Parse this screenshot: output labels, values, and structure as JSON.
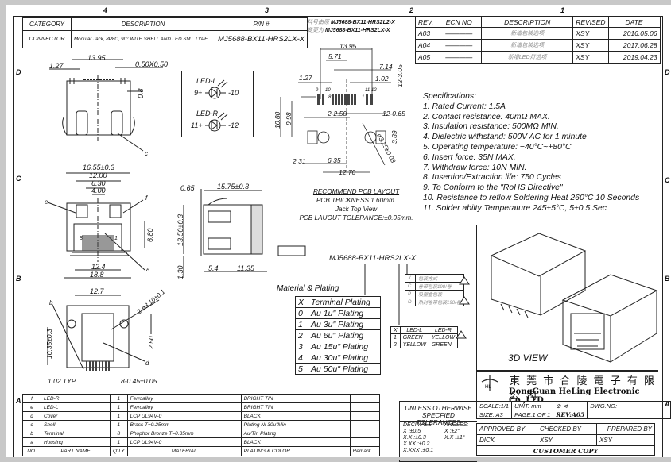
{
  "zones": {
    "top": [
      "4",
      "3",
      "2",
      "1"
    ],
    "side": [
      "D",
      "C",
      "B",
      "A"
    ]
  },
  "header": {
    "headers": [
      "CATEGORY",
      "DESCRIPTION",
      "P/N #"
    ],
    "category": "CONNECTOR",
    "description": "Modular Jack, 8P8C, 90° WITH SHELL AND LED SMT TYPE",
    "part_number": "MJ5688-BX11-HRS2LX-X"
  },
  "change_note": {
    "line1_label": "料号由原",
    "line1_value": "MJ5688-BX11-HRS2L2-X",
    "line2_label": "变更为",
    "line2_value": "MJ5688-BX11-HRS2LX-X"
  },
  "revisions": {
    "headers": [
      "REV.",
      "ECN NO",
      "DESCRIPTION",
      "REVISED",
      "DATE"
    ],
    "rows": [
      {
        "rev": "A03",
        "ecn": "————",
        "desc": "新增包装选项",
        "by": "XSY",
        "date": "2016.05.06"
      },
      {
        "rev": "A04",
        "ecn": "————",
        "desc": "新增包装选项",
        "by": "XSY",
        "date": "2017.06.28"
      },
      {
        "rev": "A05",
        "ecn": "————",
        "desc": "新增LED灯选项",
        "by": "XSY",
        "date": "2019.04.23"
      }
    ]
  },
  "specifications": {
    "title": "Specifications:",
    "items": [
      "1. Rated Current: 1.5A",
      "2. Contact resistance: 40mΩ MAX.",
      "3. Insulation resistance: 500MΩ MIN.",
      "4. Dielectric withstand: 500V AC for 1 minute",
      "5. Operating temperature: −40°C~+80°C",
      "6. Insert force: 35N MAX.",
      "7. Withdraw force: 10N MIN.",
      "8. Insertion/Extraction life: 750 Cycles",
      "9. To Conform to the \"RoHS Directive\"",
      "10. Resistance to reflow Soldering Heat 260°C 10 Seconds",
      "11. Solder abilty Temperature 245±5°C, 5±0.5 Sec"
    ]
  },
  "front_view": {
    "dims": {
      "width": "13.95",
      "pitch": "1.27",
      "pin": "0.50X0.50",
      "height": "0.8",
      "callout": "c"
    }
  },
  "led_schematic": {
    "led_l": {
      "name": "LED-L",
      "plus": "9+",
      "minus": "-10"
    },
    "led_r": {
      "name": "LED-R",
      "plus": "11+",
      "minus": "-12"
    }
  },
  "pcb_layout": {
    "dims": [
      "13.95",
      "5.71",
      "7.14",
      "1.27",
      "1.02",
      "12-3.05",
      "2-2.50",
      "12-0.65",
      "10.80",
      "9.98",
      "3.89",
      "2.31",
      "6.35",
      "12.70",
      "ø3.25±0.08"
    ],
    "pin_labels": [
      "9",
      "10",
      "8",
      "1",
      "11",
      "12"
    ],
    "title": "RECOMMEND PCB LAYOUT",
    "notes": [
      "PCB THICKNESS:1.60mm.",
      "Jack Top View",
      "PCB LAUOUT TOLERANCE:±0.05mm."
    ]
  },
  "top_view": {
    "dims": [
      "16.55±0.3",
      "12.00",
      "6.30",
      "4.00",
      "6.80",
      "12.4",
      "18.8"
    ],
    "callouts": [
      "e",
      "f",
      "a"
    ],
    "pins": [
      "8",
      "1"
    ]
  },
  "side_view": {
    "dims": [
      "0.65",
      "15.75±0.3",
      "13.50±0.3",
      "1.30",
      "5.4",
      "11.35"
    ]
  },
  "bottom_view": {
    "dims": [
      "12.7",
      "2-ø3.10±0.1",
      "10.35±0.3",
      "2.50",
      "1.02 TYP",
      "8-0.45±0.05"
    ],
    "callouts": [
      "b",
      "d"
    ]
  },
  "ordering": {
    "part_code": "MJ5688-BX11-HRS2LX-X",
    "plating_title": "Material & Plating",
    "plating_headers": [
      "X",
      "Terminal Plating"
    ],
    "plating_rows": [
      [
        "0",
        "Au 1u\" Plating"
      ],
      [
        "1",
        "Au 3u\" Plating"
      ],
      [
        "2",
        "Au 6u\" Plating"
      ],
      [
        "3",
        "Au 15u\" Plating"
      ],
      [
        "4",
        "Au 30u\" Plating"
      ],
      [
        "5",
        "Au 50u\" Plating"
      ]
    ],
    "packing_rows": [
      [
        "X",
        "包装方式"
      ],
      [
        "C",
        "卷带包装190/卷"
      ],
      [
        "P",
        "吸塑盒包装"
      ],
      [
        "Ω",
        "热封卷带包装190/卷"
      ]
    ],
    "led_headers": [
      "X",
      "LED-L",
      "LED-R"
    ],
    "led_rows": [
      [
        "1",
        "GREEN",
        "YELLOW"
      ],
      [
        "2",
        "YELLOW",
        "GREEN"
      ]
    ],
    "rev_badge": "A05"
  },
  "view3d": {
    "label": "3D VIEW"
  },
  "bom": {
    "headers": [
      "NO.",
      "PART NAME",
      "Q'TY",
      "MATERIAL",
      "PLATING & COLOR",
      "Remark"
    ],
    "rows": [
      [
        "f",
        "LED-R",
        "1",
        "Ferroalloy",
        "BRIGHT TIN",
        ""
      ],
      [
        "e",
        "LED-L",
        "1",
        "Ferroalloy",
        "BRIGHT TIN",
        ""
      ],
      [
        "d",
        "Cover",
        "1",
        "LCP UL94V-0",
        "BLACK",
        ""
      ],
      [
        "c",
        "Shell",
        "1",
        "Brass T=0.25mm",
        "Plating Ni 30u\"Min",
        ""
      ],
      [
        "b",
        "Terminal",
        "8",
        "Phophor Bronze T=0.35mm",
        "Au/Tin Plating",
        ""
      ],
      [
        "a",
        "Housing",
        "1",
        "LCP UL94V-0",
        "BLACK",
        ""
      ]
    ]
  },
  "title_block": {
    "company_cn": "東 莞 市 合 陵 電 子 有 限 公 司",
    "company_en": "DongGuan HeLing Electronic Co.,LTD",
    "logo_text": "HL",
    "tolerance_title_1": "UNLESS OTHERWISE",
    "tolerance_title_2": "SPECFIED TOLERANCES",
    "decimals_label": "DECIMALS:",
    "decimals": [
      "X   :±0.5",
      "X.X  :±0.3",
      "X.XX  :±0.2",
      "X.XXX :±0.1"
    ],
    "angles_label": "ANGLES:",
    "angles": [
      "X  :±2°",
      "X.X :±1°"
    ],
    "scale": "SCALE:1/1",
    "unit": "UNIT: mm",
    "dwg_no": "DWG.NO:",
    "size": "SIZE: A3",
    "page": "PAGE:1 OF 1",
    "rev": "REV:A05",
    "approved_by_label": "APPROVED BY",
    "checked_by_label": "CHECKED BY",
    "prepared_by_label": "PREPARED BY",
    "approved_by": "DICK",
    "checked_by": "XSY",
    "prepared_by": "XSY",
    "copy": "CUSTOMER COPY"
  }
}
